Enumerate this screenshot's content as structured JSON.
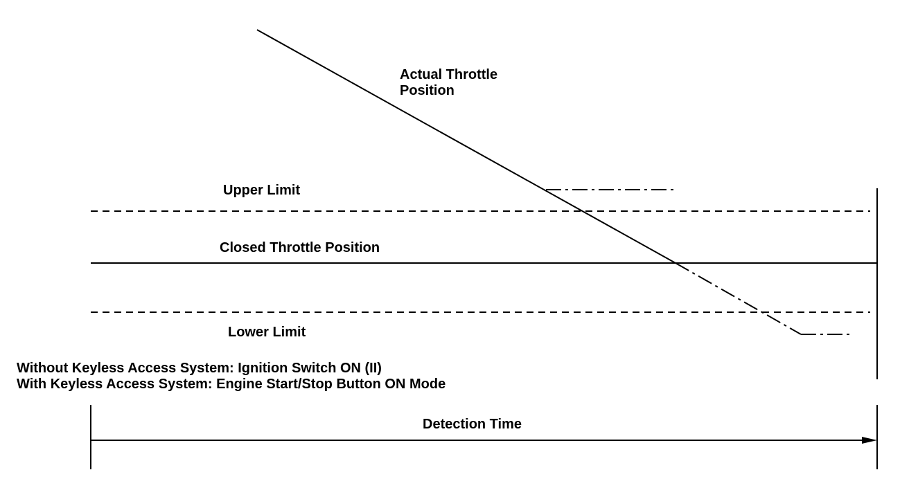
{
  "diagram": {
    "labels": {
      "actual_throttle_line1": "Actual Throttle",
      "actual_throttle_line2": "Position",
      "upper_limit": "Upper Limit",
      "closed_throttle_position": "Closed Throttle Position",
      "lower_limit": "Lower Limit",
      "condition_without_keyless": "Without Keyless Access System: Ignition Switch ON (II)",
      "condition_with_keyless": "With Keyless Access System: Engine Start/Stop Button ON Mode",
      "detection_time": "Detection Time"
    },
    "colors": {
      "ink": "#000000",
      "background": "#ffffff"
    }
  }
}
